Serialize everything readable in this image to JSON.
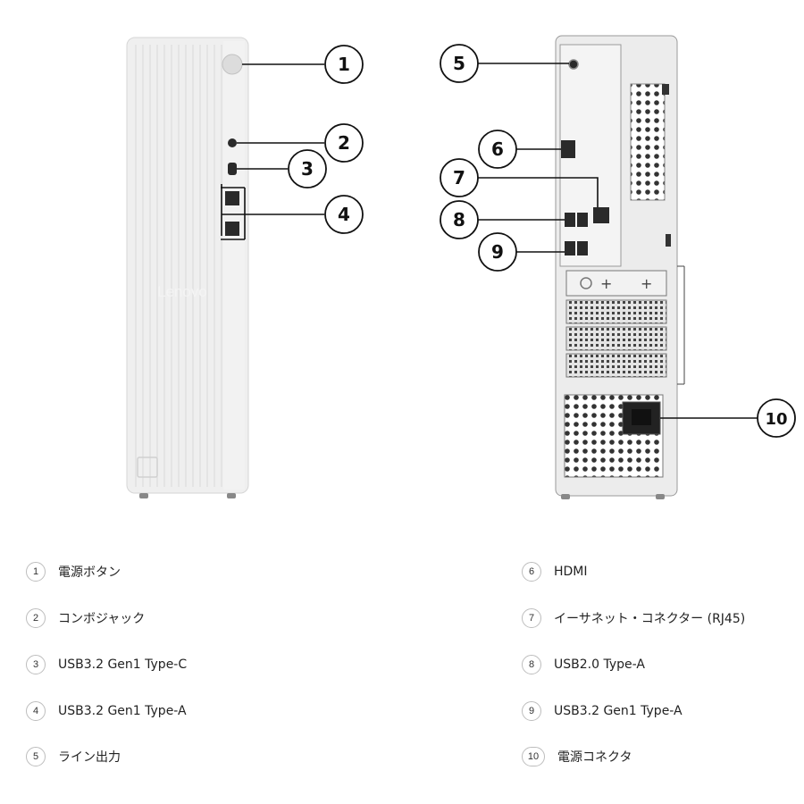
{
  "brand_logo": "Lenovo",
  "callouts": [
    "1",
    "2",
    "3",
    "4",
    "5",
    "6",
    "7",
    "8",
    "9",
    "10"
  ],
  "legend": [
    {
      "num": "1",
      "label": "電源ボタン"
    },
    {
      "num": "2",
      "label": "コンボジャック"
    },
    {
      "num": "3",
      "label": "USB3.2 Gen1 Type-C"
    },
    {
      "num": "4",
      "label": "USB3.2 Gen1 Type-A"
    },
    {
      "num": "5",
      "label": "ライン出力"
    },
    {
      "num": "6",
      "label": "HDMI"
    },
    {
      "num": "7",
      "label": "イーサネット・コネクター (RJ45)"
    },
    {
      "num": "8",
      "label": "USB2.0 Type-A"
    },
    {
      "num": "9",
      "label": "USB3.2 Gen1 Type-A"
    },
    {
      "num": "10",
      "label": "電源コネクタ"
    }
  ],
  "colors": {
    "case": "#ededed",
    "case_dark": "#d8d8d8",
    "port": "#2a2a2a",
    "line": "#111111"
  }
}
